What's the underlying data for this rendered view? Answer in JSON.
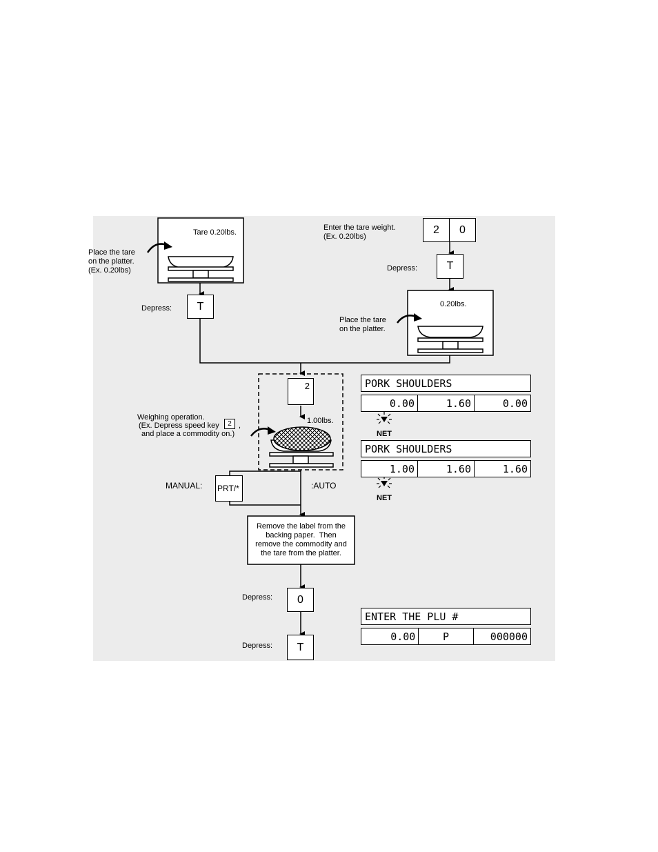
{
  "left_box": {
    "tare_label": "Tare 0.20lbs.",
    "place_text": "Place the tare\non the platter.\n(Ex. 0.20lbs)",
    "depress_label": "Depress:",
    "key_t": "T"
  },
  "right_box": {
    "enter_text": "Enter the tare weight.\n(Ex. 0.20lbs)",
    "key_2": "2",
    "key_0": "0",
    "depress_label": "Depress:",
    "key_t": "T",
    "weight_label": "0.20lbs.",
    "place_text": "Place the tare\non the platter."
  },
  "weighing": {
    "speed_key": "2",
    "weight_label": "1.00lbs.",
    "op_line1": "Weighing operation.",
    "op_line2": "(Ex. Depress speed key",
    "op_key": "2",
    "op_line2_tail": ",",
    "op_line3": "and place a commodity on.)"
  },
  "print": {
    "manual_label": "MANUAL:",
    "prt_key": "PRT/*",
    "auto_label": ":AUTO"
  },
  "remove_box": {
    "text": "Remove the label from the\nbacking paper.  Then\nremove the commodity and\nthe tare from the platter."
  },
  "final": {
    "depress1": "Depress:",
    "key_0": "0",
    "depress2": "Depress:",
    "key_t": "T"
  },
  "displays": [
    {
      "title": "PORK SHOULDERS",
      "cells": [
        "0.00",
        "1.60",
        "0.00"
      ],
      "indicator": "NET"
    },
    {
      "title": "PORK SHOULDERS",
      "cells": [
        "1.00",
        "1.60",
        "1.60"
      ],
      "indicator": "NET"
    },
    {
      "title": "ENTER THE PLU #",
      "cells": [
        "0.00",
        "P",
        "000000"
      ]
    }
  ]
}
